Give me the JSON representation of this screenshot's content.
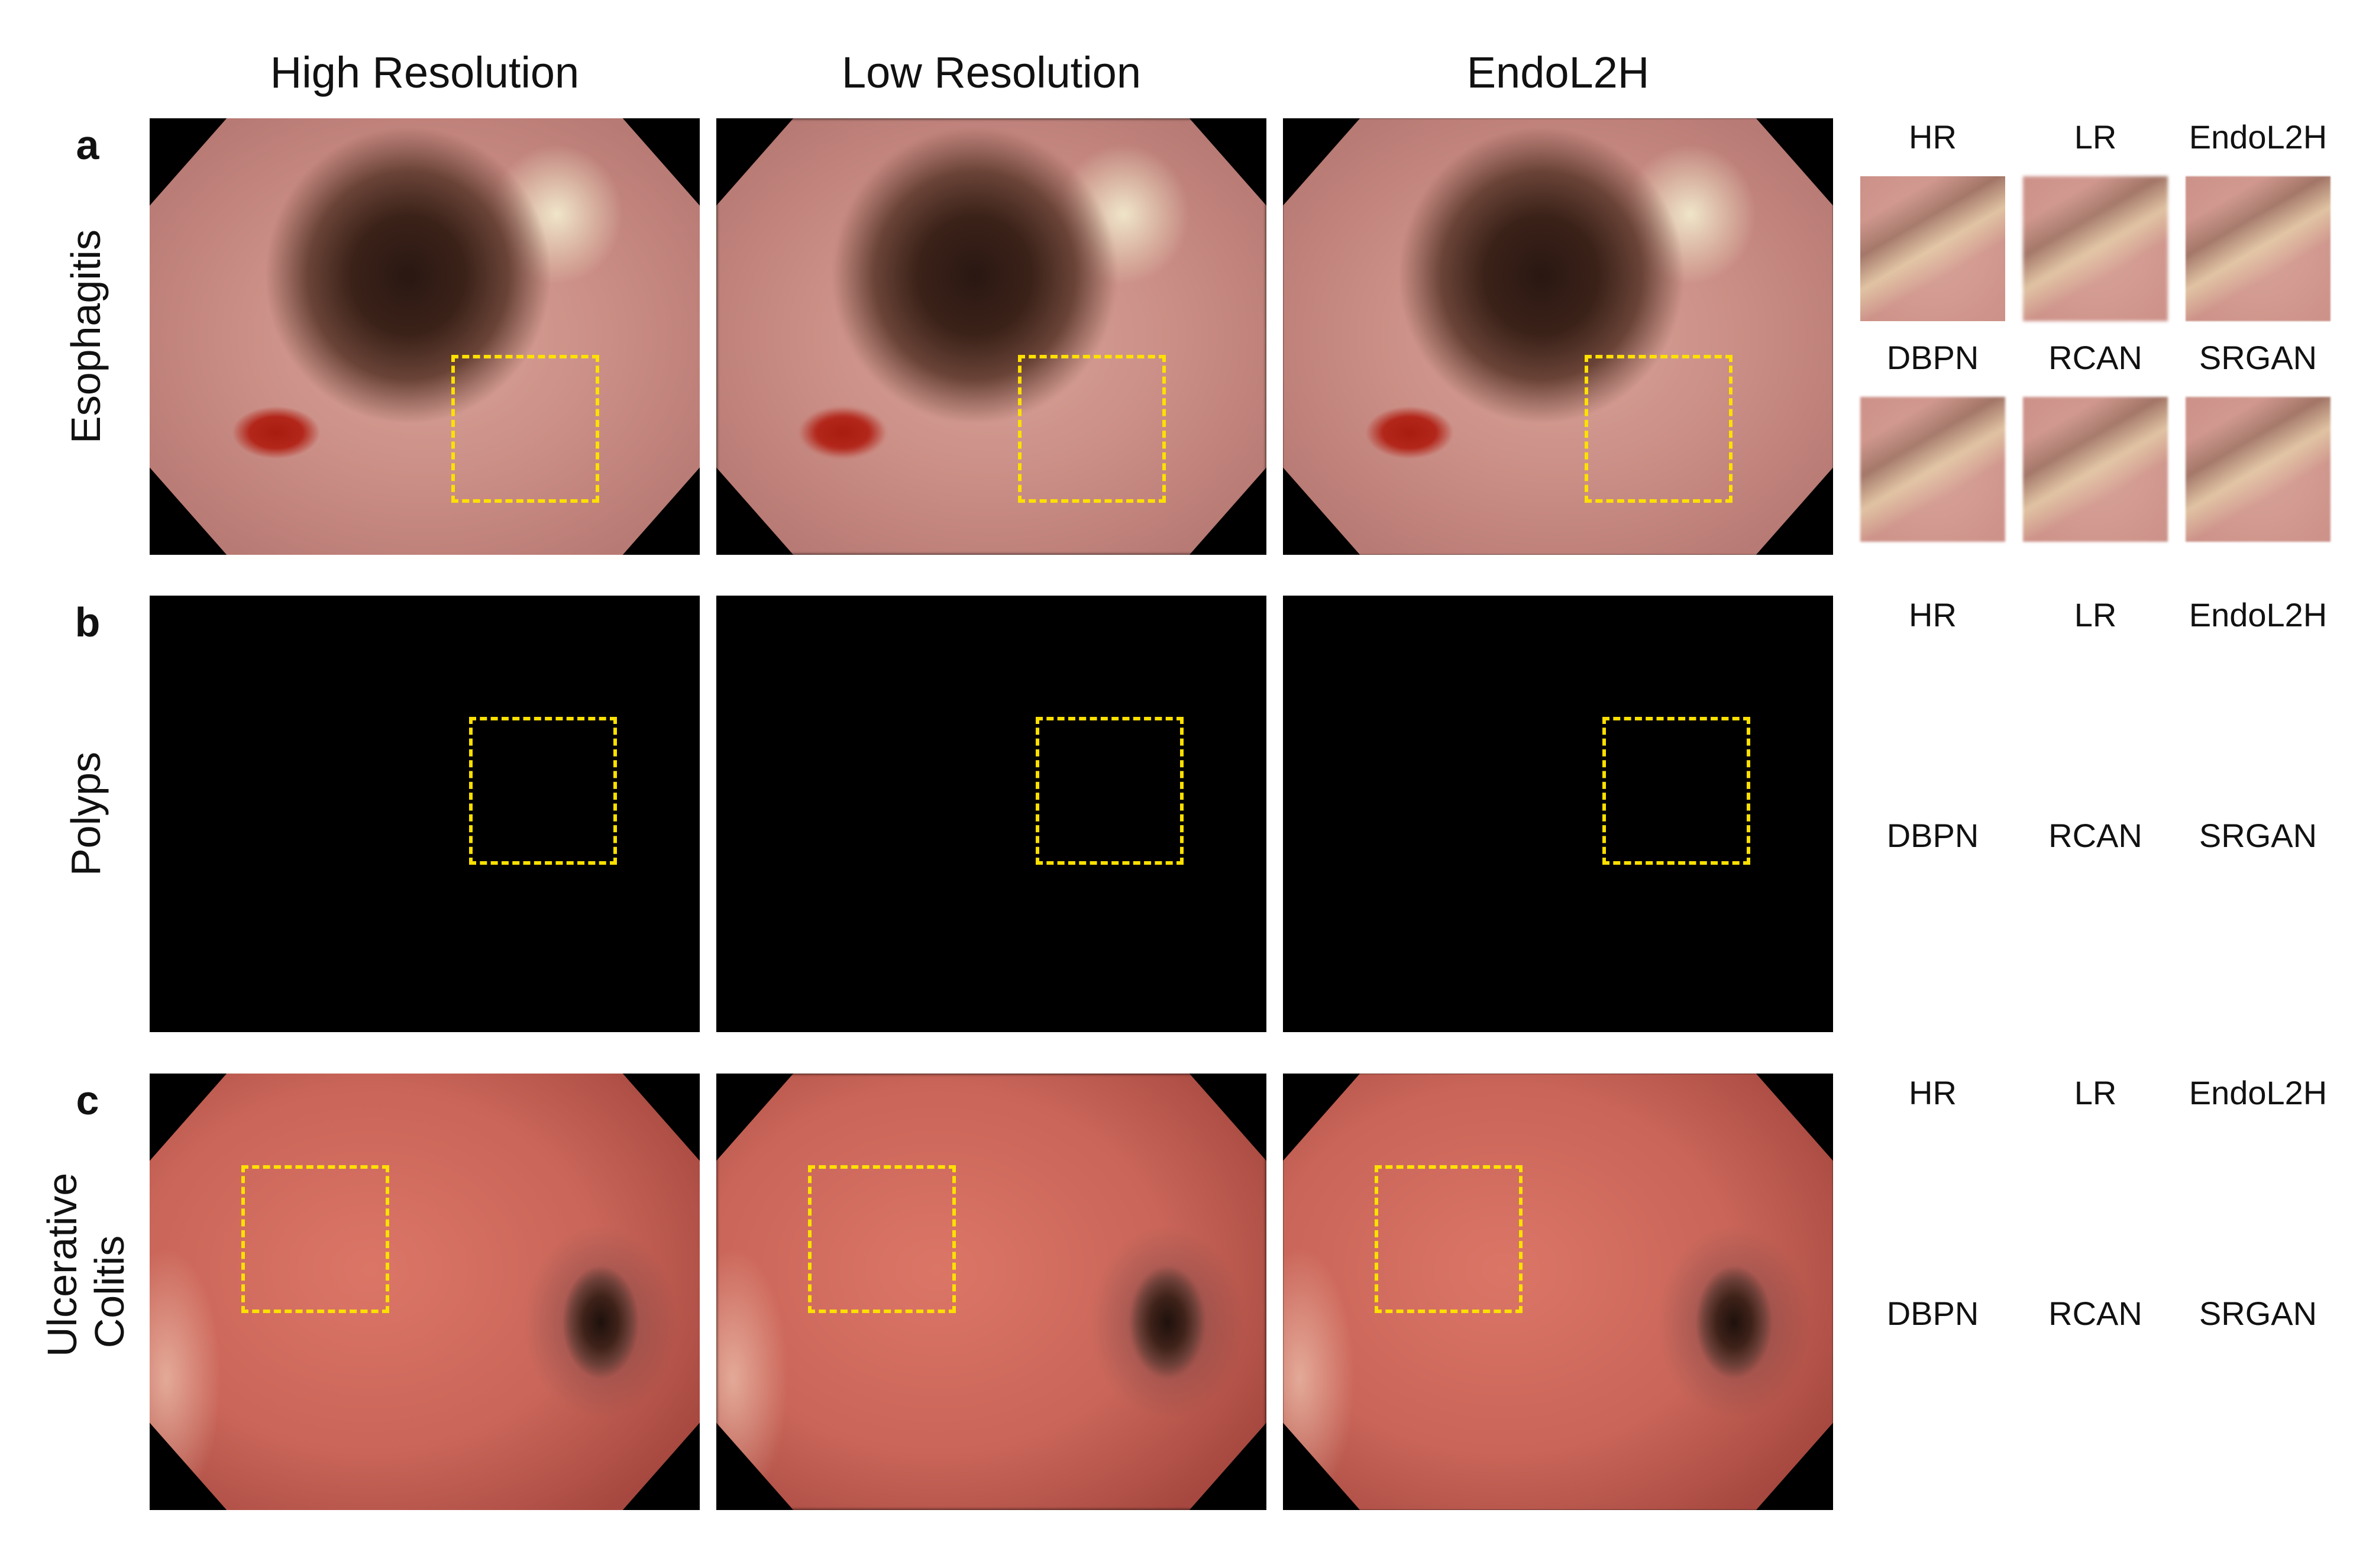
{
  "columns": [
    "High Resolution",
    "Low Resolution",
    "EndoL2H"
  ],
  "rows": [
    {
      "letter": "a",
      "label": "Esophagitis",
      "crop_labels": [
        "HR",
        "LR",
        "EndoL2H",
        "DBPN",
        "RCAN",
        "SRGAN"
      ]
    },
    {
      "letter": "b",
      "label": "Polyps",
      "crop_labels": [
        "HR",
        "LR",
        "EndoL2H",
        "DBPN",
        "RCAN",
        "SRGAN"
      ]
    },
    {
      "letter": "c",
      "label": "Ulcerative Colitis",
      "crop_labels": [
        "HR",
        "LR",
        "EndoL2H",
        "DBPN",
        "RCAN",
        "SRGAN"
      ]
    }
  ],
  "colors": {
    "roi_box": "#ffe000",
    "background": "#ffffff",
    "panel_background": "#000000"
  }
}
